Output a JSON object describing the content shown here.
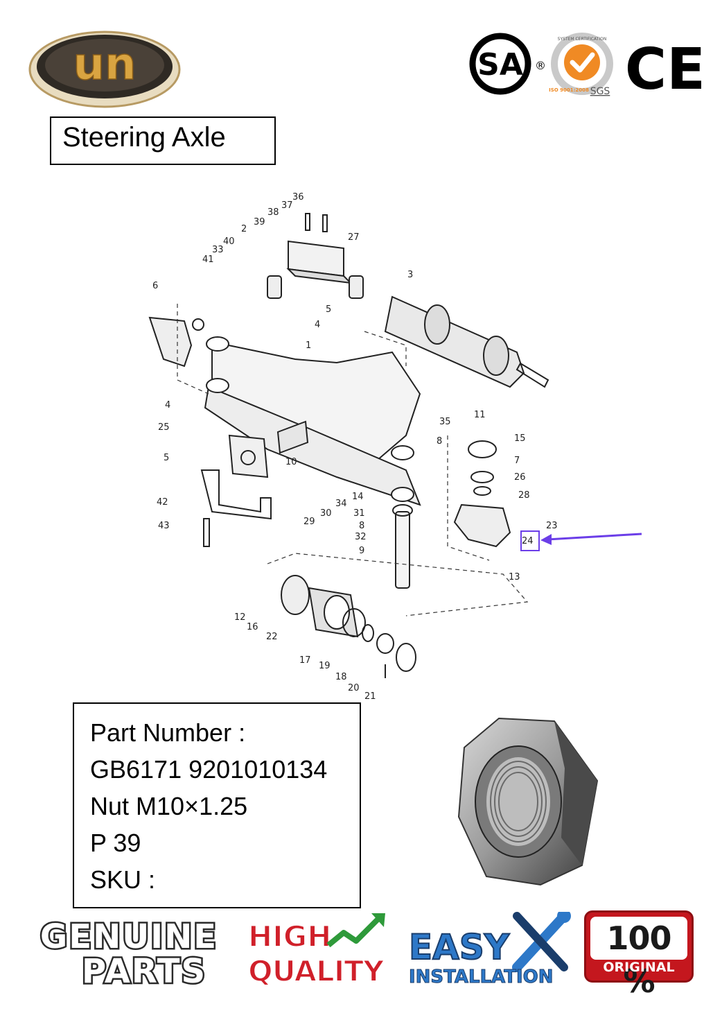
{
  "brand": {
    "logo_text": "un"
  },
  "certifications": {
    "csa": "SA",
    "registered": "®",
    "iso_ring_top": "SYSTEM CERTIFICATION",
    "iso_ring_bottom": "ISO 9001:2008",
    "sgs": "SGS",
    "ce": "CE"
  },
  "title": "Steering Axle",
  "diagram": {
    "callouts": [
      "36",
      "37",
      "38",
      "39",
      "2",
      "40",
      "33",
      "41",
      "27",
      "6",
      "3",
      "5",
      "4",
      "1",
      "11",
      "35",
      "8",
      "15",
      "7",
      "26",
      "28",
      "23",
      "24",
      "13",
      "25",
      "4",
      "5",
      "10",
      "14",
      "34",
      "30",
      "29",
      "31",
      "8",
      "32",
      "9",
      "42",
      "43",
      "12",
      "16",
      "22",
      "17",
      "19",
      "18",
      "20",
      "21"
    ],
    "highlight_label": "24"
  },
  "part": {
    "number_label": "Part Number :",
    "number_value": "GB6171  9201010134",
    "description": "Nut M10×1.25",
    "page": "P 39",
    "sku_label": "SKU :"
  },
  "badges": {
    "genuine_line1": "GENUINE",
    "genuine_line2": "PARTS",
    "quality_line1": "HIGH",
    "quality_line2": "QUALITY",
    "easy_line1": "EASY",
    "easy_line2": "INSTALLATION",
    "original_percent": "100 %",
    "original_label": "ORIGINAL"
  },
  "colors": {
    "brand_gold": "#d9a441",
    "brand_dark": "#3a332b",
    "arrow": "#6b3ee8",
    "quality_red": "#d0202a",
    "quality_green": "#2e9a3a",
    "easy_blue": "#2d78c8",
    "original_red": "#c4171e",
    "iso_orange": "#f08a24"
  }
}
